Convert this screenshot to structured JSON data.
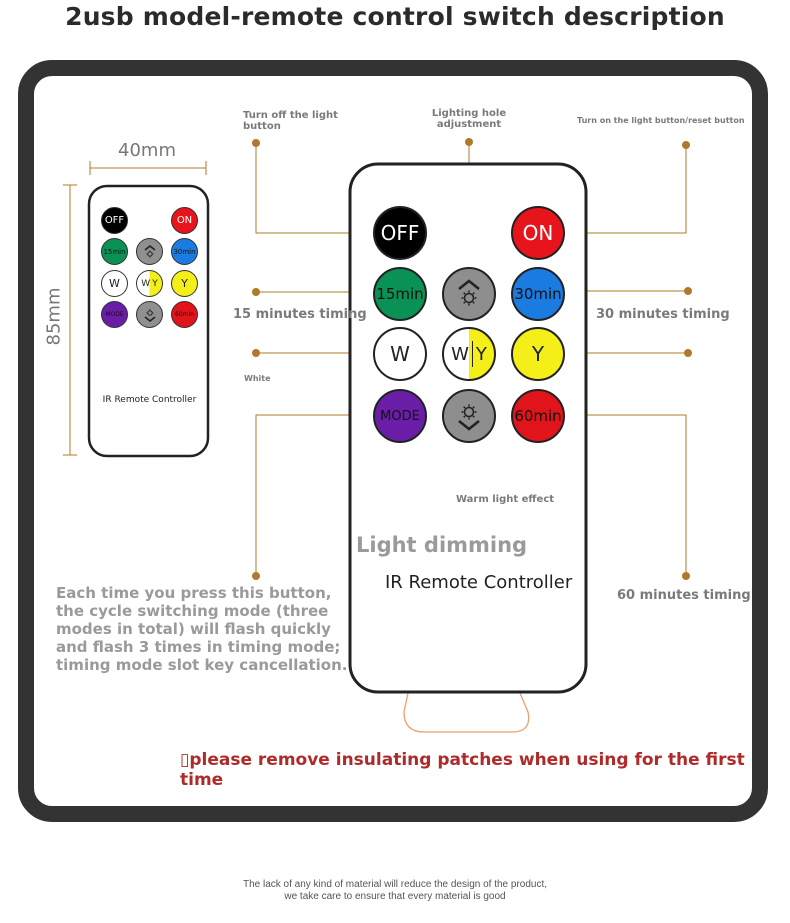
{
  "title": "2usb model-remote control switch description",
  "dimensions": {
    "width": "40mm",
    "height": "85mm"
  },
  "labels": {
    "turn_off": "Turn off the light button",
    "lighting_hole": "Lighting hole adjustment",
    "turn_on": "Turn on the light button/reset button",
    "timing_15": "15 minutes timing",
    "timing_30": "30 minutes timing",
    "white": "White",
    "warm": "Warm light effect",
    "dimming": "Light dimming",
    "timing_60": "60 minutes timing"
  },
  "remote_caption": "IR Remote Controller",
  "buttons": {
    "off": "OFF",
    "on": "ON",
    "min15": "15min",
    "min30": "30min",
    "white": "W",
    "yellow": "Y",
    "mode": "MODE",
    "min60": "60min"
  },
  "colors": {
    "off": "#000000",
    "on": "#e8141c",
    "min15": "#0a9155",
    "min30": "#1a7be0",
    "white": "#ffffff",
    "yellow": "#f4ef18",
    "mode": "#6a1ea8",
    "min60": "#e0141a",
    "dim": "#9a9a9a",
    "leader": "#b07a2a"
  },
  "mode_description": "Each time you press this button, the cycle switching mode (three modes in total) will flash quickly and flash 3 times in timing mode; timing mode slot key cancellation.",
  "warning": "▯please remove insulating patches when using for the first time",
  "footer": {
    "line1": "The lack of any kind of material will reduce the design of the product,",
    "line2": "we take care to ensure that every material is good"
  }
}
